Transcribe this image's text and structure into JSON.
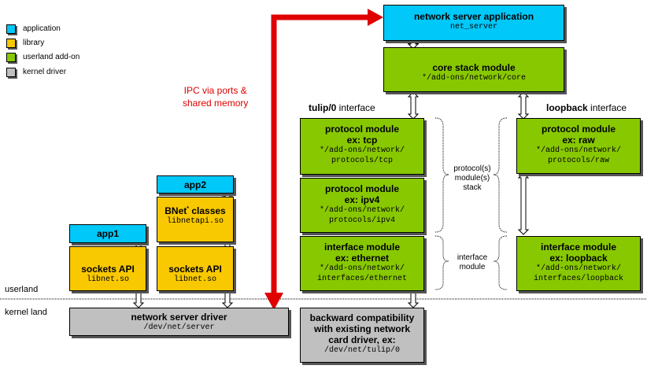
{
  "legend": {
    "items": [
      {
        "label": "application",
        "color": "#00c8f8"
      },
      {
        "label": "library",
        "color": "#f8c800"
      },
      {
        "label": "userland add-on",
        "color": "#88c800"
      },
      {
        "label": "kernel driver",
        "color": "#c0c0c0"
      }
    ]
  },
  "labels": {
    "userland": "userland",
    "kernel_land": "kernel land",
    "ipc_line1": "IPC via ports &",
    "ipc_line2": "shared memory",
    "tulip_name": "tulip/0",
    "tulip_suffix": " interface",
    "loopback_name": "loopback",
    "loopback_suffix": " interface",
    "stack_line1": "protocol(s)",
    "stack_line2": "module(s)",
    "stack_line3": "stack",
    "iface_line1": "interface",
    "iface_line2": "module"
  },
  "boxes": {
    "app1": {
      "title": "app1"
    },
    "app2": {
      "title": "app2"
    },
    "sockets1": {
      "title": "sockets API",
      "path": "libnet.so"
    },
    "sockets2": {
      "title": "sockets API",
      "path": "libnet.so"
    },
    "bnet": {
      "title_prefix": "BNet",
      "title_sup": "*",
      "title_suffix": " classes",
      "path": "libnetapi.so"
    },
    "server_app": {
      "title": "network server application",
      "path": "net_server"
    },
    "core": {
      "title": "core stack module",
      "path": "*/add-ons/network/core"
    },
    "tcp": {
      "title1": "protocol module",
      "title2": "ex: tcp",
      "path1": "*/add-ons/network/",
      "path2": "protocols/tcp"
    },
    "ipv4": {
      "title1": "protocol module",
      "title2": "ex: ipv4",
      "path1": "*/add-ons/network/",
      "path2": "protocols/ipv4"
    },
    "ethernet": {
      "title1": "interface module",
      "title2": "ex: ethernet",
      "path1": "*/add-ons/network/",
      "path2": "interfaces/ethernet"
    },
    "raw": {
      "title1": "protocol module",
      "title2": "ex: raw",
      "path1": "*/add-ons/network/",
      "path2": "protocols/raw"
    },
    "loopback_if": {
      "title1": "interface module",
      "title2": "ex: loopback",
      "path1": "*/add-ons/network/",
      "path2": "interfaces/loopback"
    },
    "driver": {
      "title": "network server driver",
      "path": "/dev/net/server"
    },
    "compat": {
      "title1": "backward compatibility",
      "title2": "with existing network",
      "title3": "card driver, ex:",
      "path": "/dev/net/tulip/0"
    }
  },
  "colors": {
    "application": "#00c8f8",
    "library": "#f8c800",
    "userland_addon": "#88c800",
    "kernel_driver": "#c0c0c0",
    "ipc_arrow": "#e00000"
  }
}
